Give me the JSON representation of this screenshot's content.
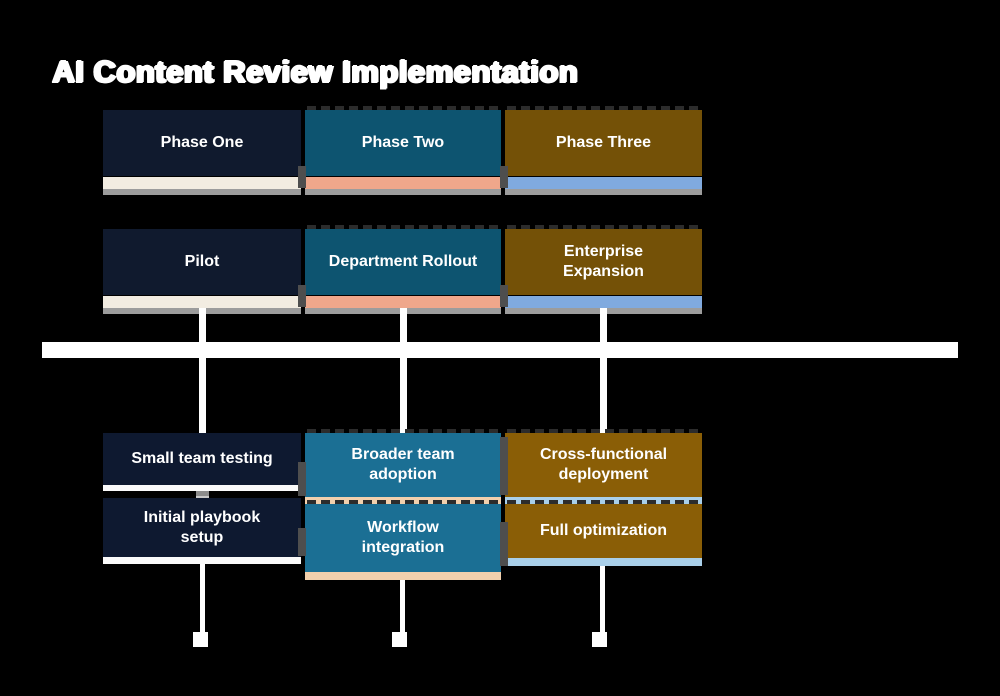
{
  "page": {
    "background": "#000000"
  },
  "title": {
    "text": "AI Content Review Implementation",
    "color": "#ffffff"
  },
  "timeline": {
    "line_color": "#ffffff",
    "connector_color": "#4e4e4e",
    "columns": [
      {
        "phase": {
          "label": "Phase One",
          "box_color": "#101a2e",
          "strip_color": "#f2ece1"
        },
        "section": {
          "label": "Pilot",
          "box_color": "#101a2e",
          "strip_color": "#f2ece1"
        },
        "events": [
          {
            "label": "Small team testing",
            "box_color": "#0e1930",
            "strip_color": "#fafafa"
          },
          {
            "label": "Initial playbook setup",
            "box_color": "#0e1930",
            "strip_color": "#fafafa"
          }
        ]
      },
      {
        "phase": {
          "label": "Phase Two",
          "box_color": "#0d5470",
          "strip_color": "#efa78b"
        },
        "section": {
          "label": "Department Rollout",
          "box_color": "#0d5470",
          "strip_color": "#efa78b"
        },
        "events": [
          {
            "label": "Broader team adoption",
            "box_color": "#1b6f94",
            "strip_color": "#f2d0ad"
          },
          {
            "label": "Workflow integration",
            "box_color": "#1b6f94",
            "strip_color": "#f2d0ad"
          }
        ]
      },
      {
        "phase": {
          "label": "Phase Three",
          "box_color": "#745107",
          "strip_color": "#80aadf"
        },
        "section": {
          "label": "Enterprise Expansion",
          "box_color": "#745107",
          "strip_color": "#80aadf"
        },
        "events": [
          {
            "label": "Cross-functional deployment",
            "box_color": "#8a5e06",
            "strip_color": "#a9cfe9"
          },
          {
            "label": "Full optimization",
            "box_color": "#8a5e06",
            "strip_color": "#a9cfe9"
          }
        ]
      }
    ]
  }
}
